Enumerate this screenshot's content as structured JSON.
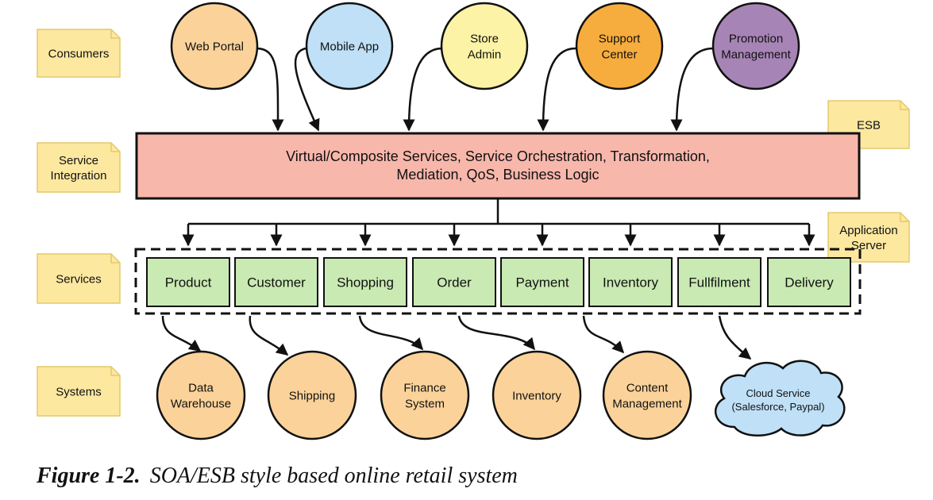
{
  "layers": {
    "consumers": "Consumers",
    "service_integration": [
      "Service",
      "Integration"
    ],
    "services": "Services",
    "systems": "Systems"
  },
  "consumers": [
    {
      "lines": [
        "Web Portal"
      ],
      "color": "#fbd39a"
    },
    {
      "lines": [
        "Mobile App"
      ],
      "color": "#bfe0f6"
    },
    {
      "lines": [
        "Store",
        "Admin"
      ],
      "color": "#fdf3a6"
    },
    {
      "lines": [
        "Support",
        "Center"
      ],
      "color": "#f7ad3e"
    },
    {
      "lines": [
        "Promotion",
        "Management"
      ],
      "color": "#a784b6"
    }
  ],
  "esb": {
    "tag": "ESB",
    "lines": [
      "Virtual/Composite Services, Service Orchestration, Transformation,",
      "Mediation, QoS, Business Logic"
    ],
    "color": "#f8b7ab"
  },
  "app_server_tag": [
    "Application",
    "Server"
  ],
  "services": [
    "Product",
    "Customer",
    "Shopping",
    "Order",
    "Payment",
    "Inventory",
    "Fullfilment",
    "Delivery"
  ],
  "systems": [
    {
      "lines": [
        "Data",
        "Warehouse"
      ]
    },
    {
      "lines": [
        "Shipping"
      ]
    },
    {
      "lines": [
        "Finance",
        "System"
      ]
    },
    {
      "lines": [
        "Inventory"
      ]
    },
    {
      "lines": [
        "Content",
        "Management"
      ]
    }
  ],
  "cloud": {
    "lines": [
      "Cloud Service",
      "(Salesforce, Paypal)"
    ],
    "color": "#bfe0f6"
  },
  "colors": {
    "note_fill": "#fde8a0",
    "note_stroke": "#e3c96a",
    "service_fill": "#c9eab3",
    "system_fill": "#fbd39a",
    "line": "#111111"
  },
  "caption": {
    "label": "Figure 1-2.",
    "text": "SOA/ESB style based online retail system"
  }
}
